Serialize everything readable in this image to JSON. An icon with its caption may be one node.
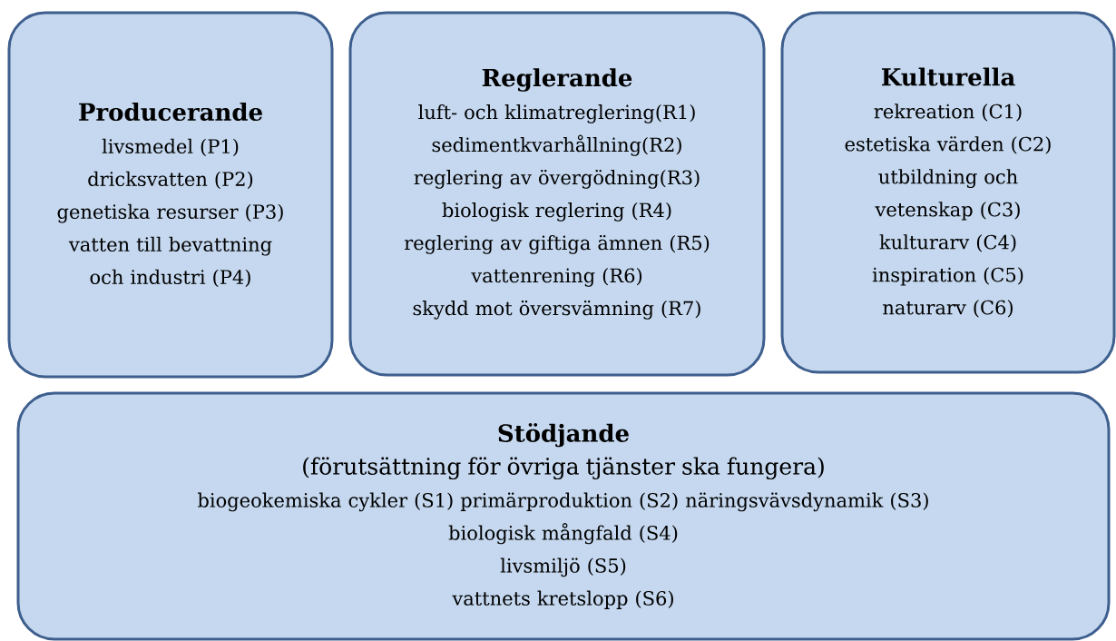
{
  "diagram": {
    "nodes": [
      {
        "text": [
          "Producerande",
          "livsmedel (P1)",
          "dricksvatten (P2)",
          "genetiska resurser (P3)",
          "vatten till bevattning och industri (P4)"
        ]
      },
      {
        "text": [
          "Reglerande",
          "luft- och klimatreglering(R1)",
          "sedimentkvarhållning(R2)",
          "reglering av övergödning(R3)",
          "biologisk reglering (R4)",
          "reglering av giftiga ämnen (R5)",
          "vattenrening (R6)",
          "skydd mot översvämning (R7)"
        ]
      },
      {
        "text": [
          "Kulturella",
          "rekreation (C1)",
          "estetiska värden (C2)",
          "utbildning och vetenskap (C3)",
          "kulturarv (C4)",
          "inspiration (C5)",
          "naturarv (C6)"
        ]
      },
      {
        "text": [
          "Stödjande",
          "(förutsättning för övriga tjänster ska fungera)",
          "biogeokemiska cykler (S1)",
          "primärproduktion (S2)",
          "näringsvävsdynamik (S3)",
          "biologisk mångfald (S4)",
          "livsmiljö (S5)",
          "vattnets kretslopp (S6)"
        ]
      }
    ]
  }
}
